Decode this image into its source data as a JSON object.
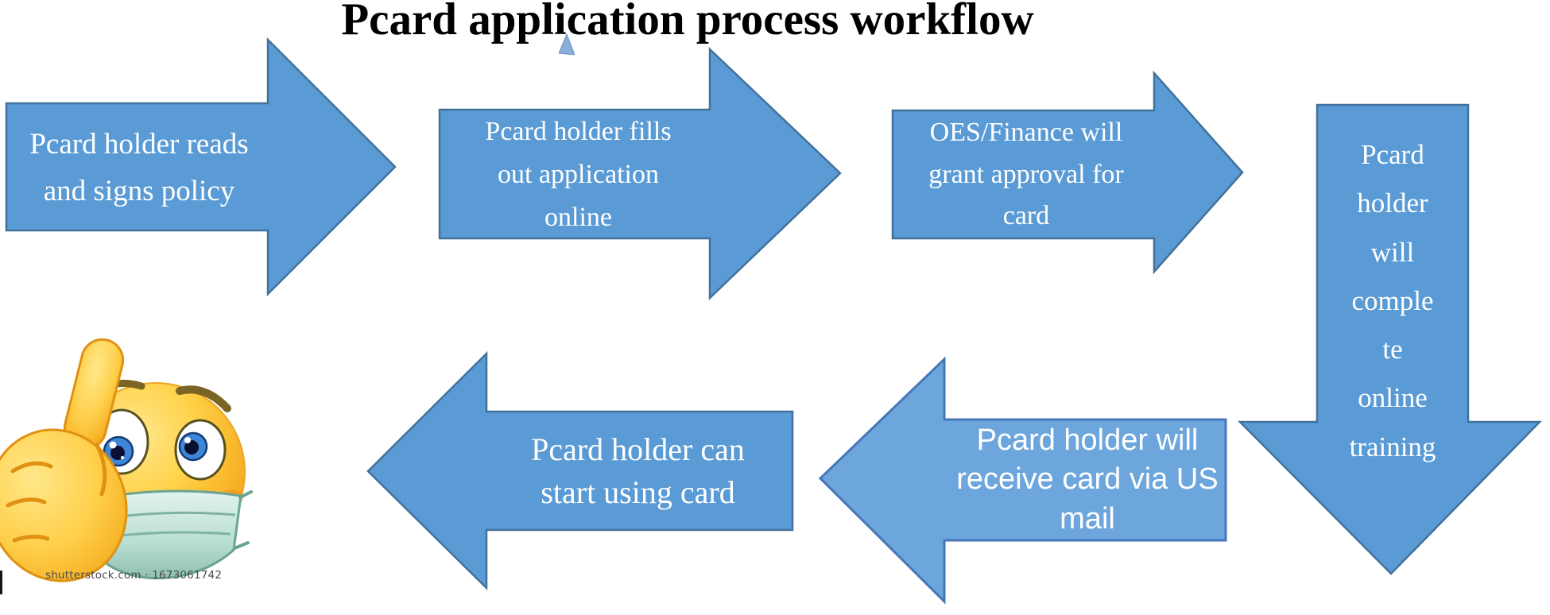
{
  "title": "Pcard application process workflow",
  "steps": [
    {
      "label": "Pcard holder reads and signs policy",
      "lines": [
        "Pcard holder reads",
        "and signs policy"
      ],
      "direction": "right"
    },
    {
      "label": "Pcard holder fills out application online",
      "lines": [
        "Pcard holder fills",
        "out application",
        "online"
      ],
      "direction": "right"
    },
    {
      "label": "OES/Finance will grant approval for card",
      "lines": [
        "OES/Finance will",
        "grant approval for",
        "card"
      ],
      "direction": "right"
    },
    {
      "label": "Pcard holder will complete online training",
      "lines": [
        "Pcard",
        "holder",
        "will",
        "comple",
        "te",
        "online",
        "training"
      ],
      "direction": "down"
    },
    {
      "label": "Pcard holder will receive card via US mail",
      "lines": [
        "Pcard holder will",
        "receive card via US",
        "mail"
      ],
      "direction": "left"
    },
    {
      "label": "Pcard holder can start using card",
      "lines": [
        "Pcard holder can",
        "start using card"
      ],
      "direction": "left"
    }
  ],
  "emoji": {
    "description": "thumbs up emoticon wearing medical face mask"
  },
  "watermark": "shutterstock.com · 1673061742",
  "colors": {
    "arrow-fill": "#5b9bd5",
    "arrow-stroke": "#41719c",
    "arrow-fill-alt": "#6ca6dc",
    "arrow-stroke-alt": "#4677b8",
    "text-on-arrow": "#ffffff",
    "title-color": "#000000",
    "watermark-color": "#4a4a4a",
    "emoji-face": "#ffc83d",
    "emoji-mask": "#c9e8df"
  }
}
